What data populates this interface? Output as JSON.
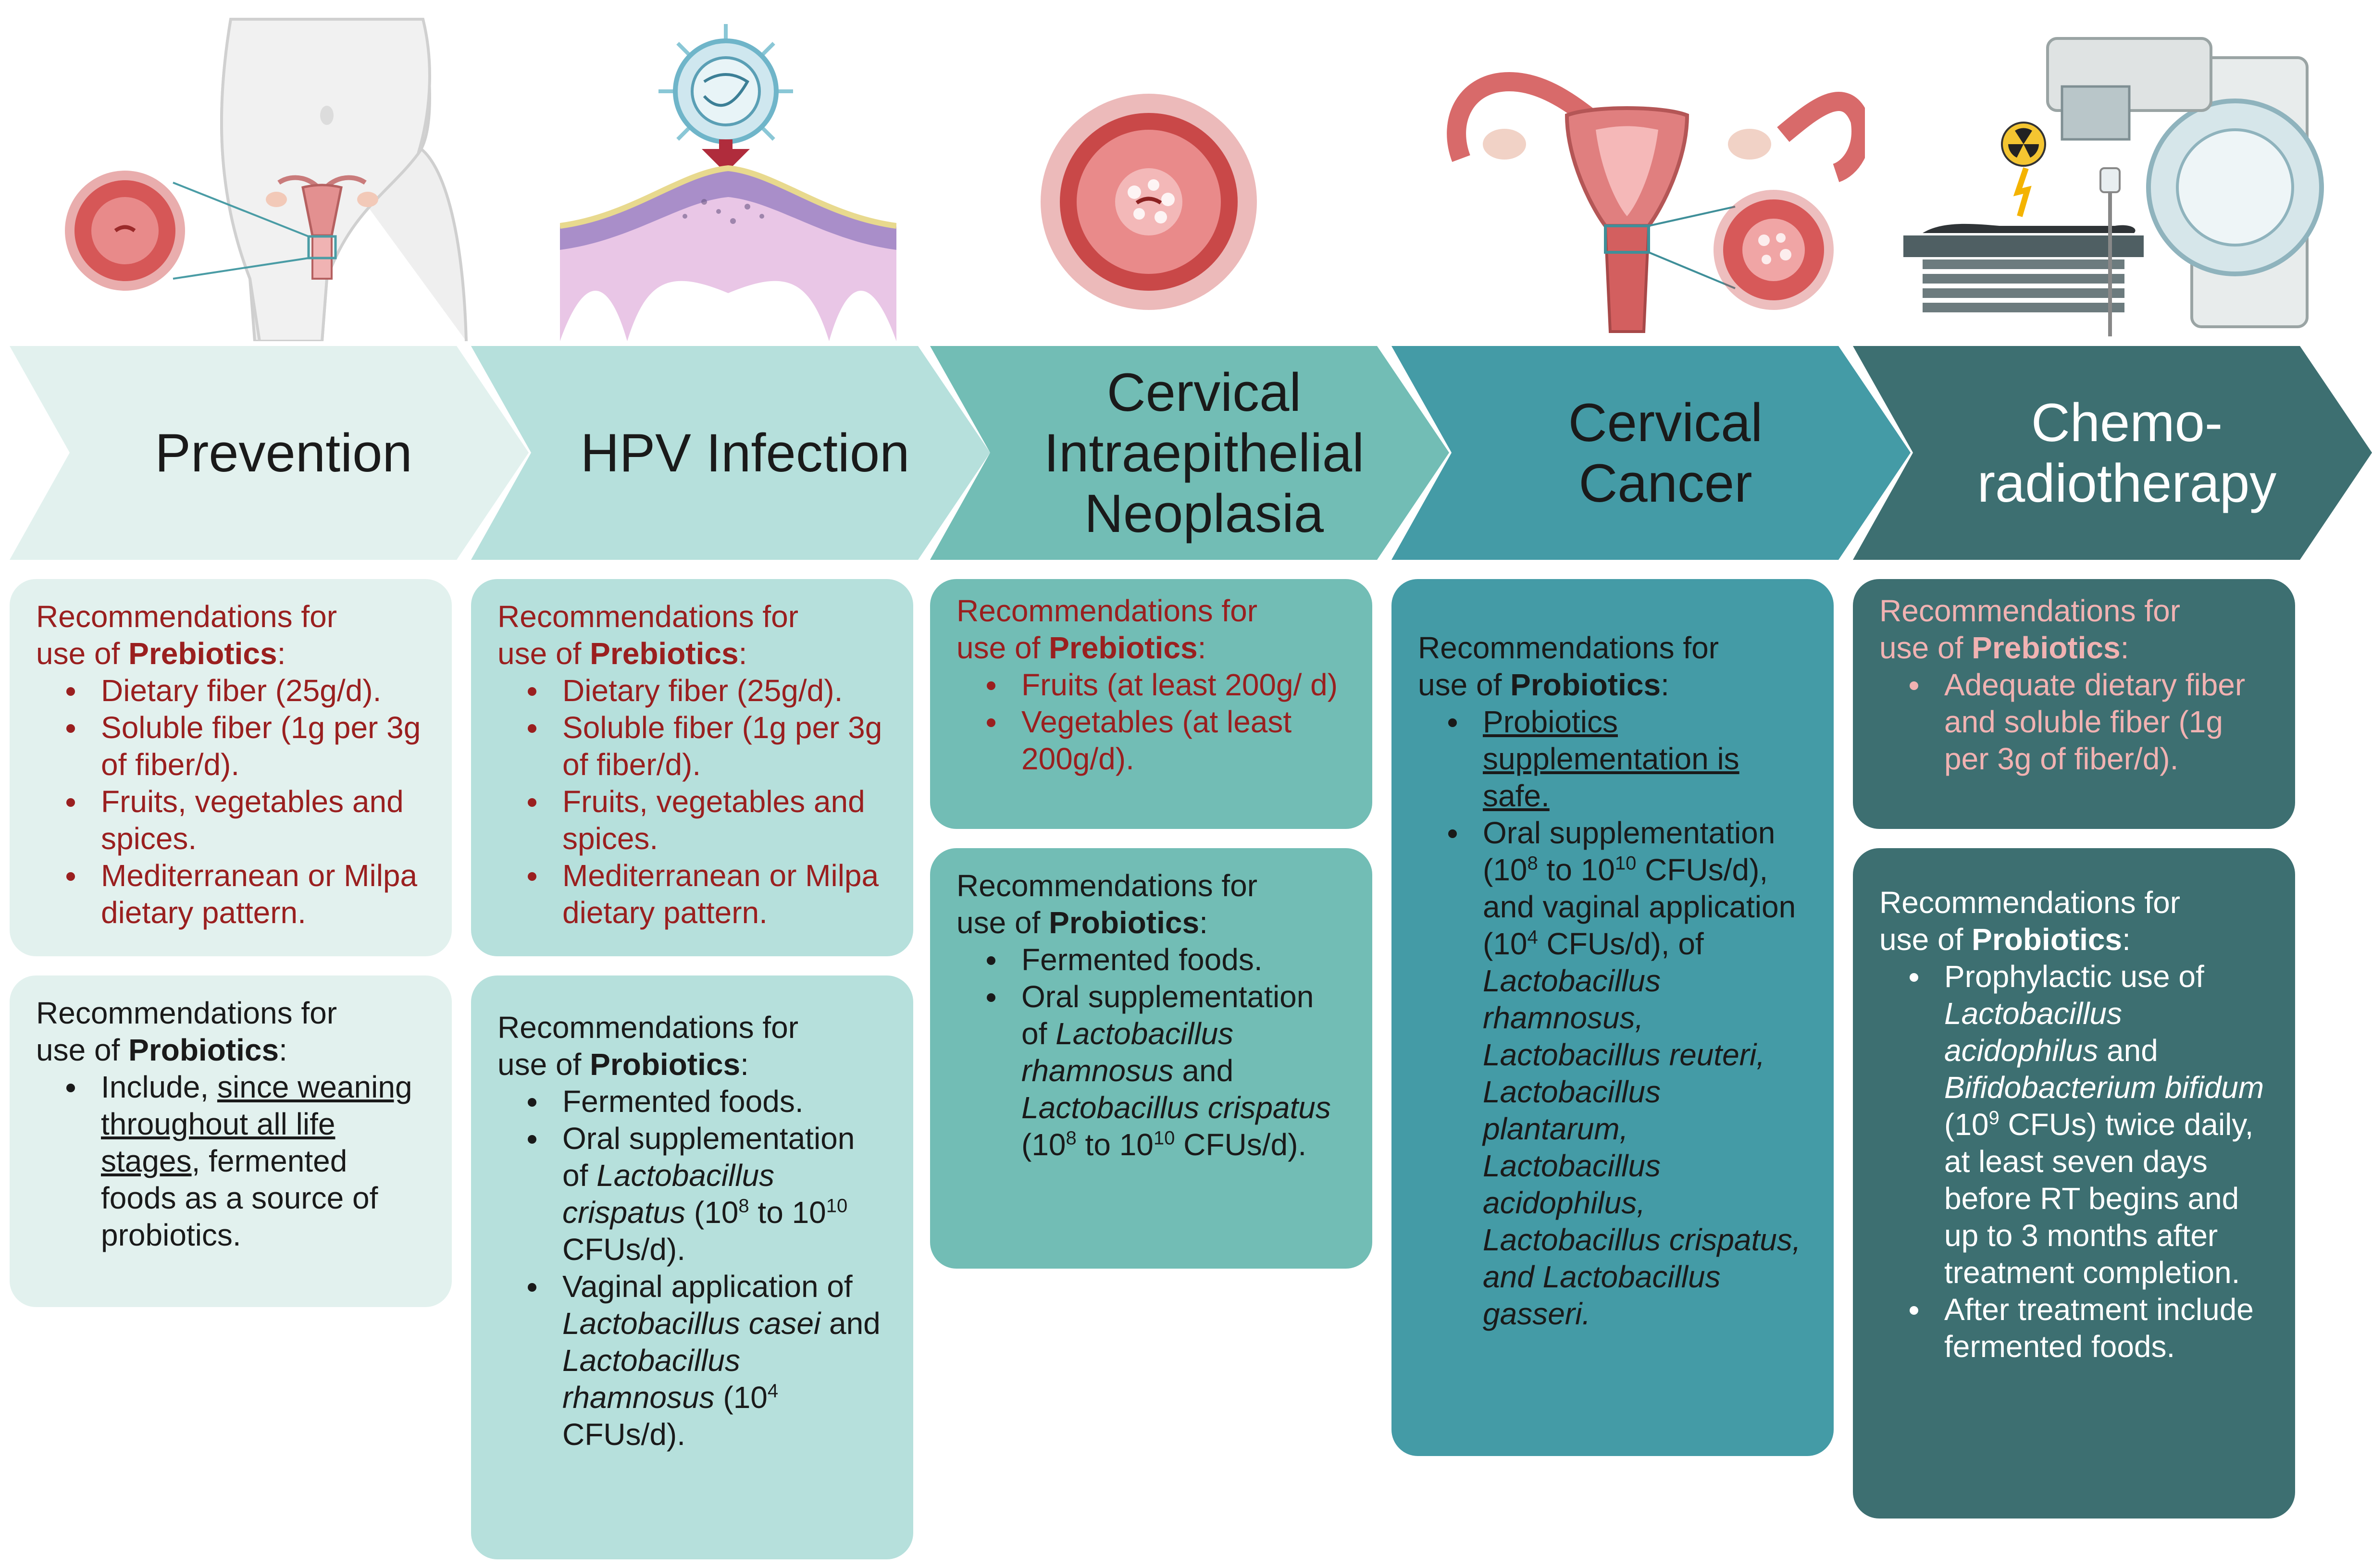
{
  "stages": [
    {
      "title": "Prevention"
    },
    {
      "title": "HPV Infection"
    },
    {
      "title": "Cervical Intraepithelial Neoplasia",
      "title_lines": [
        "Cervical",
        "Intraepithelial",
        "Neoplasia"
      ]
    },
    {
      "title": "Cervical Cancer",
      "title_lines": [
        "Cervical",
        "Cancer"
      ]
    },
    {
      "title": "Chemo-radiotherapy",
      "title_lines": [
        "Chemo-",
        "radiotherapy"
      ]
    }
  ],
  "headings": {
    "recommendations_for": "Recommendations for",
    "use_of": "use of",
    "prebiotics": "Prebiotics",
    "probiotics": "Probiotics",
    "colon": ":"
  },
  "prevention": {
    "prebiotics": [
      "Dietary fiber (25g/d).",
      "Soluble fiber (1g per 3g of fiber/d).",
      "Fruits, vegetables and spices.",
      "Mediterranean or Milpa dietary pattern."
    ],
    "probiotics_item": {
      "a": "Include, ",
      "b": "since weaning throughout all life stages",
      "c": ", fermented foods as a source of probiotics."
    }
  },
  "hpv": {
    "prebiotics": [
      "Dietary fiber  (25g/d).",
      "Soluble fiber (1g per 3g of fiber/d).",
      "Fruits, vegetables and spices.",
      "Mediterranean or Milpa dietary pattern."
    ],
    "probiotics_1": "Fermented foods.",
    "probiotics_2": {
      "a": "Oral supplementation of ",
      "b": "Lactobacillus crispatus",
      "c": " (10",
      "d": "8",
      "e": " to 10",
      "f": "10",
      "g": " CFUs/d)."
    },
    "probiotics_3": {
      "a": "Vaginal application of ",
      "b": "Lactobacillus casei",
      "c": " and ",
      "d": "Lactobacillus rhamnosus",
      "e": " (10",
      "f": "4",
      "g": " CFUs/d)."
    }
  },
  "cin": {
    "prebiotics": [
      "Fruits (at least 200g/ d)",
      "Vegetables (at least 200g/d)."
    ],
    "probiotics_1": "Fermented foods.",
    "probiotics_2": {
      "a": "Oral supplementation of ",
      "b": "Lactobacillus rhamnosus",
      "c": " and ",
      "d": "Lactobacillus crispatus",
      "e": " (10",
      "f": "8",
      "g": " to 10",
      "h": "10",
      "i": " CFUs/d)."
    }
  },
  "cancer": {
    "probiotics_1": "Probiotics supplementation is safe.",
    "probiotics_2": {
      "a": "Oral supplementation (10",
      "b": "8",
      "c": " to 10",
      "d": "10",
      "e": " CFUs/d), and vaginal application (10",
      "f": "4",
      "g": " CFUs/d), of ",
      "h": "Lactobacillus rhamnosus, Lactobacillus reuteri, Lactobacillus plantarum, Lactobacillus acidophilus, Lactobacillus crispatus, and Lactobacillus gasseri."
    }
  },
  "chemo": {
    "prebiotics": [
      "Adequate dietary fiber and soluble fiber (1g per 3g of fiber/d)."
    ],
    "probiotics_1": {
      "a": "Prophylactic use of ",
      "b": "Lactobacillus acidophilus",
      "c": " and ",
      "d": "Bifidobacterium bifidum",
      "e": " (10",
      "f": "9",
      "g": " CFUs) twice daily, at least seven days before RT begins and up to 3 months after treatment completion."
    },
    "probiotics_2": "After treatment include fermented foods."
  },
  "colors": {
    "stage_1": "#e2f1ee",
    "stage_2": "#b6e0dc",
    "stage_3": "#72bdb5",
    "stage_4": "#449ba6",
    "stage_5": "#3d6f71",
    "prebiotic_text": "#9a1f1f",
    "prebiotic_text_dark": "#f1b2b2"
  },
  "icons": [
    "uterus-body-icon",
    "hpv-virus-icon",
    "epithelium-icon",
    "cervix-lesion-icon",
    "reproductive-organs-icon",
    "radiotherapy-machine-icon"
  ]
}
